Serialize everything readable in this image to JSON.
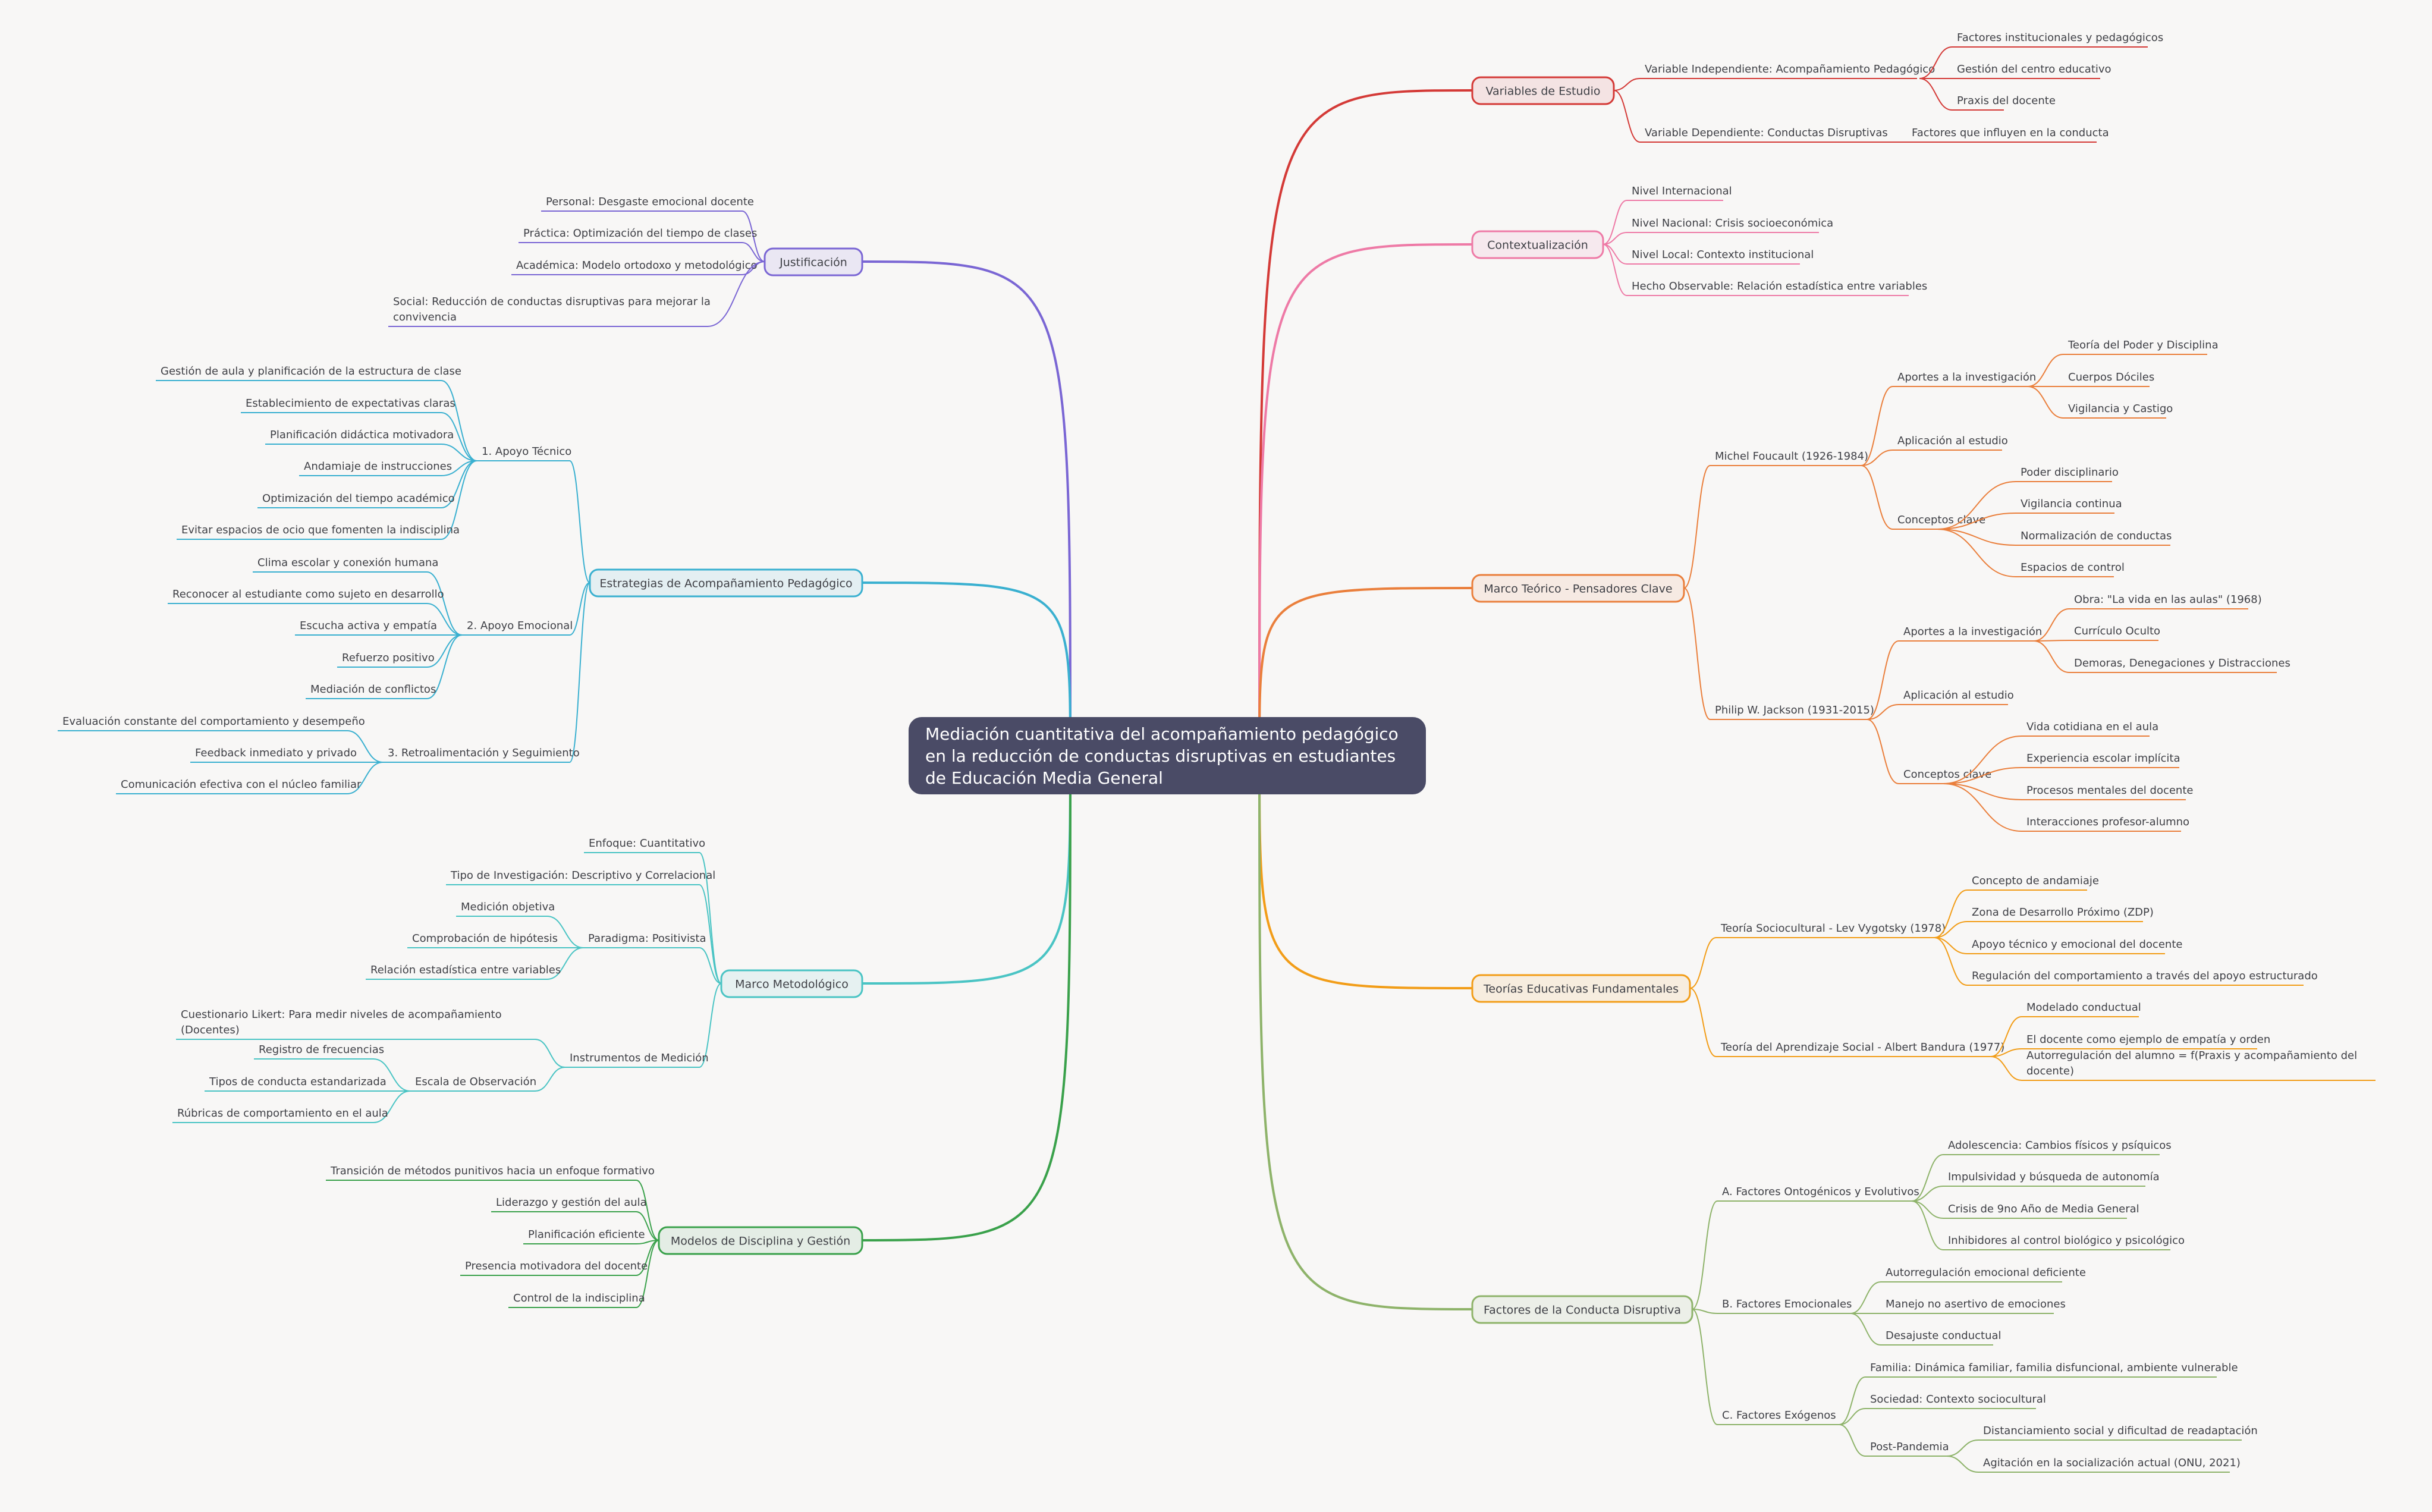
{
  "root": {
    "title": "Mediación cuantitativa del acompañamiento pedagógico en la reducción de conductas disruptivas en estudiantes de Educación Media General"
  },
  "colors": {
    "background": "#f8f7f6",
    "root_fill": "#4a4b66",
    "text": "#3f4046",
    "variables": "#d43a37",
    "contextualizacion": "#ee7aa6",
    "marco_teorico": "#ea7f3c",
    "teorias": "#f29d18",
    "factores": "#8eb36a",
    "justificacion": "#7a66d4",
    "estrategias": "#3ab0d0",
    "metodologico": "#4ac4c4",
    "disciplina": "#3aa14b"
  },
  "branches": [
    {
      "id": "variables",
      "label": "Variables de Estudio",
      "side": "right",
      "children": [
        {
          "label": "Variable Independiente: Acompañamiento Pedagógico",
          "children": [
            {
              "label": "Factores institucionales y pedagógicos"
            },
            {
              "label": "Gestión del centro educativo"
            },
            {
              "label": "Praxis del docente"
            }
          ]
        },
        {
          "label": "Variable Dependiente: Conductas Disruptivas",
          "children": [
            {
              "label": "Factores que influyen en la conducta"
            }
          ]
        }
      ]
    },
    {
      "id": "contextualizacion",
      "label": "Contextualización",
      "side": "right",
      "children": [
        {
          "label": "Nivel Internacional"
        },
        {
          "label": "Nivel Nacional: Crisis socioeconómica"
        },
        {
          "label": "Nivel Local: Contexto institucional"
        },
        {
          "label": "Hecho Observable: Relación estadística entre variables"
        }
      ]
    },
    {
      "id": "marco_teorico",
      "label": "Marco Teórico - Pensadores Clave",
      "side": "right",
      "children": [
        {
          "label": "Michel Foucault (1926-1984)",
          "children": [
            {
              "label": "Aportes a la investigación",
              "children": [
                {
                  "label": "Teoría del Poder y Disciplina"
                },
                {
                  "label": "Cuerpos Dóciles"
                },
                {
                  "label": "Vigilancia y Castigo"
                }
              ]
            },
            {
              "label": "Aplicación al estudio"
            },
            {
              "label": "Conceptos clave",
              "children": [
                {
                  "label": "Poder disciplinario"
                },
                {
                  "label": "Vigilancia continua"
                },
                {
                  "label": "Normalización de conductas"
                },
                {
                  "label": "Espacios de control"
                }
              ]
            }
          ]
        },
        {
          "label": "Philip W. Jackson (1931-2015)",
          "children": [
            {
              "label": "Aportes a la investigación",
              "children": [
                {
                  "label": "Obra: \"La vida en las aulas\" (1968)"
                },
                {
                  "label": "Currículo Oculto"
                },
                {
                  "label": "Demoras, Denegaciones y Distracciones"
                }
              ]
            },
            {
              "label": "Aplicación al estudio"
            },
            {
              "label": "Conceptos clave",
              "children": [
                {
                  "label": "Vida cotidiana en el aula"
                },
                {
                  "label": "Experiencia escolar implícita"
                },
                {
                  "label": "Procesos mentales del docente"
                },
                {
                  "label": "Interacciones profesor-alumno"
                }
              ]
            }
          ]
        }
      ]
    },
    {
      "id": "teorias",
      "label": "Teorías Educativas Fundamentales",
      "side": "right",
      "children": [
        {
          "label": "Teoría Sociocultural - Lev Vygotsky (1978)",
          "children": [
            {
              "label": "Concepto de andamiaje"
            },
            {
              "label": "Zona de Desarrollo Próximo (ZDP)"
            },
            {
              "label": "Apoyo técnico y emocional del docente"
            },
            {
              "label": "Regulación del comportamiento a través del apoyo estructurado"
            }
          ]
        },
        {
          "label": "Teoría del Aprendizaje Social - Albert Bandura (1977)",
          "children": [
            {
              "label": "Modelado conductual"
            },
            {
              "label": "El docente como ejemplo de empatía y orden"
            },
            {
              "label": "Autorregulación del alumno = f(Praxis y acompañamiento del docente)"
            }
          ]
        }
      ]
    },
    {
      "id": "factores",
      "label": "Factores de la Conducta Disruptiva",
      "side": "right",
      "children": [
        {
          "label": "A. Factores Ontogénicos y Evolutivos",
          "children": [
            {
              "label": "Adolescencia: Cambios físicos y psíquicos"
            },
            {
              "label": "Impulsividad y búsqueda de autonomía"
            },
            {
              "label": "Crisis de 9no Año de Media General"
            },
            {
              "label": "Inhibidores al control biológico y psicológico"
            }
          ]
        },
        {
          "label": "B. Factores Emocionales",
          "children": [
            {
              "label": "Autorregulación emocional deficiente"
            },
            {
              "label": "Manejo no asertivo de emociones"
            },
            {
              "label": "Desajuste conductual"
            }
          ]
        },
        {
          "label": "C. Factores Exógenos",
          "children": [
            {
              "label": "Familia: Dinámica familiar, familia disfuncional, ambiente vulnerable"
            },
            {
              "label": "Sociedad: Contexto sociocultural"
            },
            {
              "label": "Post-Pandemia",
              "children": [
                {
                  "label": "Distanciamiento social y dificultad de readaptación"
                },
                {
                  "label": "Agitación en la socialización actual (ONU, 2021)"
                }
              ]
            }
          ]
        }
      ]
    },
    {
      "id": "justificacion",
      "label": "Justificación",
      "side": "left",
      "children": [
        {
          "label": "Personal: Desgaste emocional docente"
        },
        {
          "label": "Práctica: Optimización del tiempo de clases"
        },
        {
          "label": "Académica: Modelo ortodoxo y metodológico"
        },
        {
          "label": "Social: Reducción de conductas disruptivas para mejorar la convivencia"
        }
      ]
    },
    {
      "id": "estrategias",
      "label": "Estrategias de Acompañamiento Pedagógico",
      "side": "left",
      "children": [
        {
          "label": "1. Apoyo Técnico",
          "children": [
            {
              "label": "Gestión de aula y planificación de la estructura de clase"
            },
            {
              "label": "Establecimiento de expectativas claras"
            },
            {
              "label": "Planificación didáctica motivadora"
            },
            {
              "label": "Andamiaje de instrucciones"
            },
            {
              "label": "Optimización del tiempo académico"
            },
            {
              "label": "Evitar espacios de ocio que fomenten la indisciplina"
            }
          ]
        },
        {
          "label": "2. Apoyo Emocional",
          "children": [
            {
              "label": "Clima escolar y conexión humana"
            },
            {
              "label": "Reconocer al estudiante como sujeto en desarrollo"
            },
            {
              "label": "Escucha activa y empatía"
            },
            {
              "label": "Refuerzo positivo"
            },
            {
              "label": "Mediación de conflictos"
            }
          ]
        },
        {
          "label": "3. Retroalimentación y Seguimiento",
          "children": [
            {
              "label": "Evaluación constante del comportamiento y desempeño"
            },
            {
              "label": "Feedback inmediato y privado"
            },
            {
              "label": "Comunicación efectiva con el núcleo familiar"
            }
          ]
        }
      ]
    },
    {
      "id": "metodologico",
      "label": "Marco Metodológico",
      "side": "left",
      "children": [
        {
          "label": "Enfoque: Cuantitativo"
        },
        {
          "label": "Tipo de Investigación: Descriptivo y Correlacional"
        },
        {
          "label": "Paradigma: Positivista",
          "children": [
            {
              "label": "Medición objetiva"
            },
            {
              "label": "Comprobación de hipótesis"
            },
            {
              "label": "Relación estadística entre variables"
            }
          ]
        },
        {
          "label": "Instrumentos de Medición",
          "children": [
            {
              "label": "Cuestionario Likert: Para medir niveles de acompañamiento (Docentes)"
            },
            {
              "label": "Escala de Observación",
              "children": [
                {
                  "label": "Registro de frecuencias"
                },
                {
                  "label": "Tipos de conducta estandarizada"
                },
                {
                  "label": "Rúbricas de comportamiento en el aula"
                }
              ]
            }
          ]
        }
      ]
    },
    {
      "id": "disciplina",
      "label": "Modelos de Disciplina y Gestión",
      "side": "left",
      "children": [
        {
          "label": "Transición de métodos punitivos hacia un enfoque formativo"
        },
        {
          "label": "Liderazgo y gestión del aula"
        },
        {
          "label": "Planificación eficiente"
        },
        {
          "label": "Presencia motivadora del docente"
        },
        {
          "label": "Control de la indisciplina"
        }
      ]
    }
  ]
}
